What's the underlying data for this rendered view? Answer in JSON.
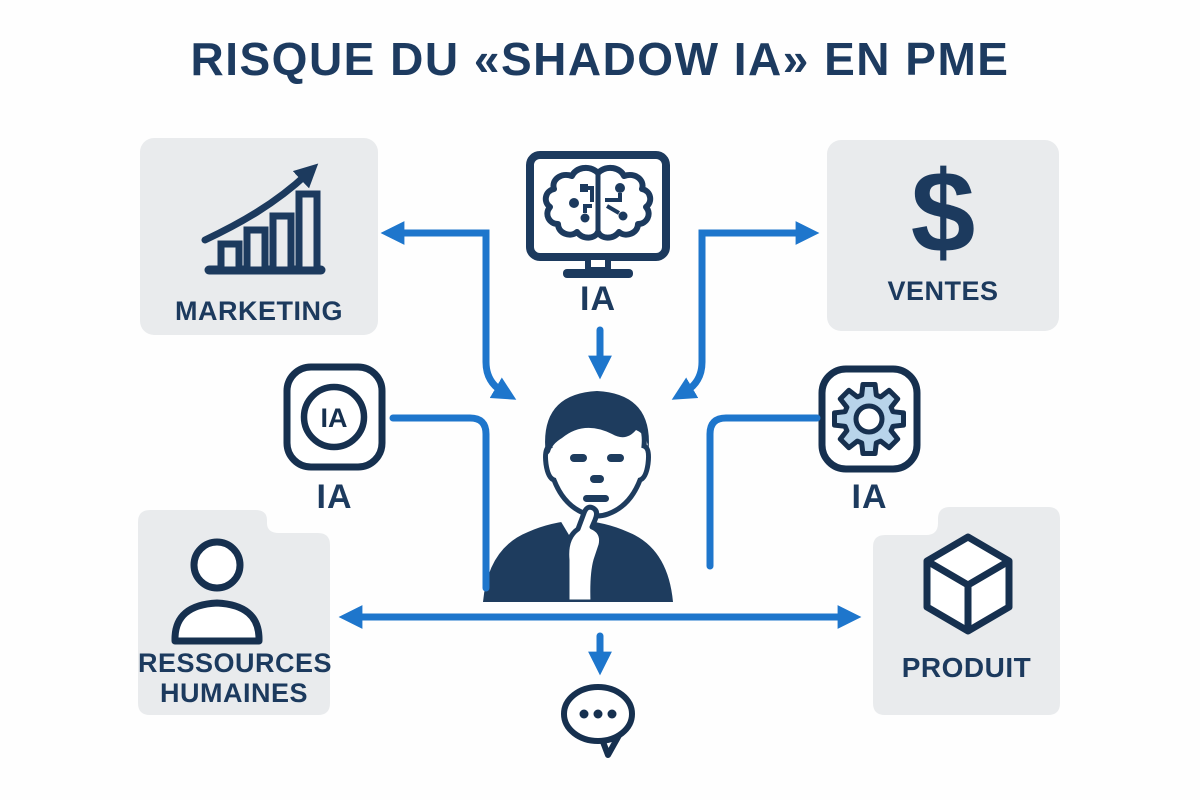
{
  "title": "RISQUE DU «SHADOW IA» EN PME",
  "colors": {
    "navy": "#1C3A5E",
    "arrow_blue": "#1E76CC",
    "box_bg": "#E9EBED",
    "gear_fill": "#B8D4EA",
    "background": "#FEFEFE"
  },
  "nodes": {
    "marketing": {
      "label": "MARKETING",
      "icon": "growth-bar-chart-icon"
    },
    "ventes": {
      "label": "VENTES",
      "symbol": "$",
      "icon": "dollar-icon"
    },
    "ia_monitor": {
      "label": "IA",
      "icon": "monitor-brain-icon"
    },
    "ia_badge": {
      "label": "IA",
      "badge_text": "IA",
      "icon": "ia-circle-badge-icon"
    },
    "ia_gear": {
      "label": "IA",
      "icon": "gear-icon"
    },
    "rh": {
      "label_line1": "RESSOURCES",
      "label_line2": "HUMAINES",
      "icon": "person-icon"
    },
    "produit": {
      "label": "PRODUIT",
      "icon": "cube-icon"
    },
    "employee": {
      "icon": "thinking-person-icon"
    },
    "speech": {
      "icon": "speech-bubble-icon"
    }
  }
}
